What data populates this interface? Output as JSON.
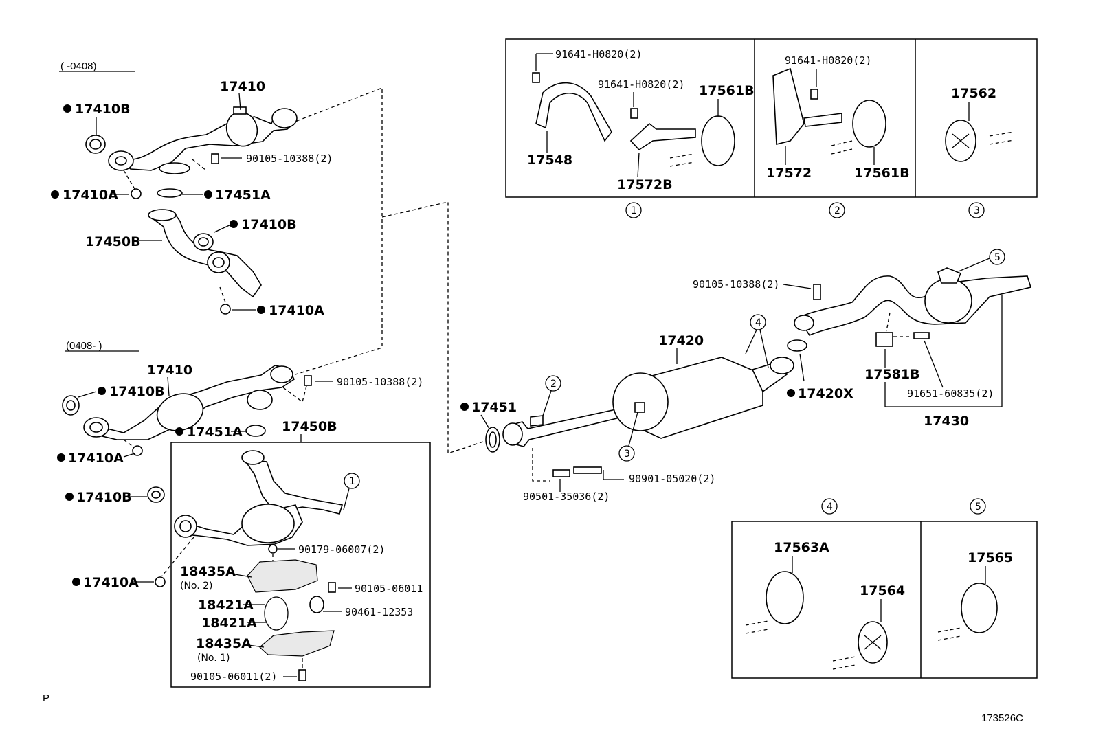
{
  "date_ranges": {
    "early": "(      -0408)",
    "late": "(0408-      )"
  },
  "parts": {
    "p17410_top": "17410",
    "p17410B_top": "17410B",
    "p90105_10388_top": "90105-10388(2)",
    "p17410A_top": "17410A",
    "p17451A_top": "17451A",
    "p17410B_mid": "17410B",
    "p17450B_top": "17450B",
    "p17410A_mid": "17410A",
    "p17410_low": "17410",
    "p17410B_low": "17410B",
    "p90105_10388_low": "90105-10388(2)",
    "p17410A_low": "17410A",
    "p17451A_low": "17451A",
    "p17450B_low": "17450B",
    "p17410B_bot": "17410B",
    "p17410A_bot": "17410A",
    "p90179": "90179-06007(2)",
    "p18435A_2": "18435A",
    "no2": "(No. 2)",
    "p90105_06011": "90105-06011",
    "p18421A_a": "18421A",
    "p90461": "90461-12353",
    "p18421A_b": "18421A",
    "p18435A_1": "18435A",
    "no1": "(No. 1)",
    "p90105_06011_2": "90105-06011(2)",
    "p17451": "17451",
    "p17420": "17420",
    "p90105_10388_r": "90105-10388(2)",
    "p17420X": "17420X",
    "p17581B": "17581B",
    "p91651": "91651-60835(2)",
    "p17430": "17430",
    "p90901": "90901-05020(2)",
    "p90501": "90501-35036(2)",
    "b1_91641_a": "91641-H0820(2)",
    "b1_91641_b": "91641-H0820(2)",
    "b1_17561B": "17561B",
    "b1_17548": "17548",
    "b1_17572B": "17572B",
    "b2_91641": "91641-H0820(2)",
    "b2_17572": "17572",
    "b2_17561B": "17561B",
    "b3_17562": "17562",
    "b4_17563A": "17563A",
    "b4_17564": "17564",
    "b5_17565": "17565"
  },
  "callouts": {
    "c1": "1",
    "c2": "2",
    "c3": "3",
    "c4": "4",
    "c5": "5",
    "i1": "1",
    "i2": "2",
    "i3": "3",
    "i4": "4",
    "i5": "5",
    "i1b": "1"
  },
  "footer": {
    "page_mark": "P",
    "figure_id": "173526C"
  }
}
